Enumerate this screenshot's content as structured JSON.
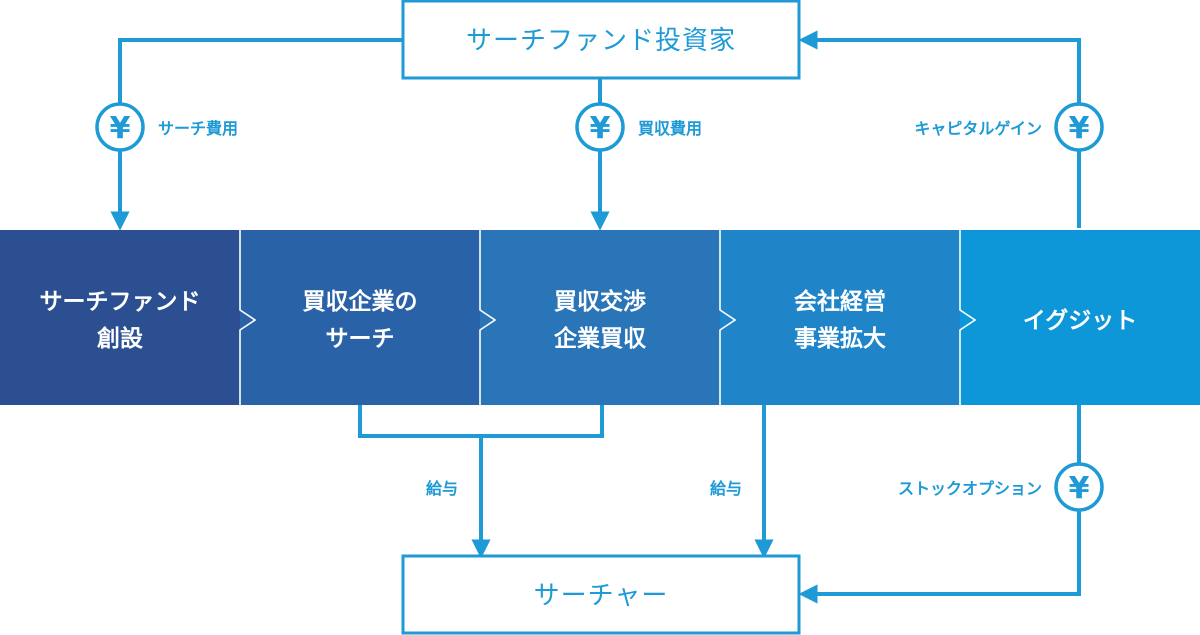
{
  "investor_box": {
    "label": "サーチファンド投資家"
  },
  "searcher_box": {
    "label": "サーチャー"
  },
  "stages": [
    {
      "lines": [
        "サーチファンド",
        "創設"
      ],
      "color": "#2b4f91"
    },
    {
      "lines": [
        "買収企業の",
        "サーチ"
      ],
      "color": "#2a62a7"
    },
    {
      "lines": [
        "買収交渉",
        "企業買収"
      ],
      "color": "#2a74b8"
    },
    {
      "lines": [
        "会社経営",
        "事業拡大"
      ],
      "color": "#1f84c8"
    },
    {
      "lines": [
        "イグジット"
      ],
      "color": "#0d96d8"
    }
  ],
  "flows": {
    "search_cost": {
      "label": "サーチ費用",
      "icon": "yen-coin-icon"
    },
    "acquisition_cost": {
      "label": "買収費用",
      "icon": "yen-coin-icon"
    },
    "capital_gain": {
      "label": "キャピタルゲイン",
      "icon": "yen-coin-icon"
    },
    "salary_1": {
      "label": "給与"
    },
    "salary_2": {
      "label": "給与"
    },
    "stock_option": {
      "label": "ストックオプション",
      "icon": "yen-coin-icon"
    }
  },
  "yen_symbol": "¥",
  "colors": {
    "accent": "#1e9ad6",
    "white": "#ffffff"
  }
}
